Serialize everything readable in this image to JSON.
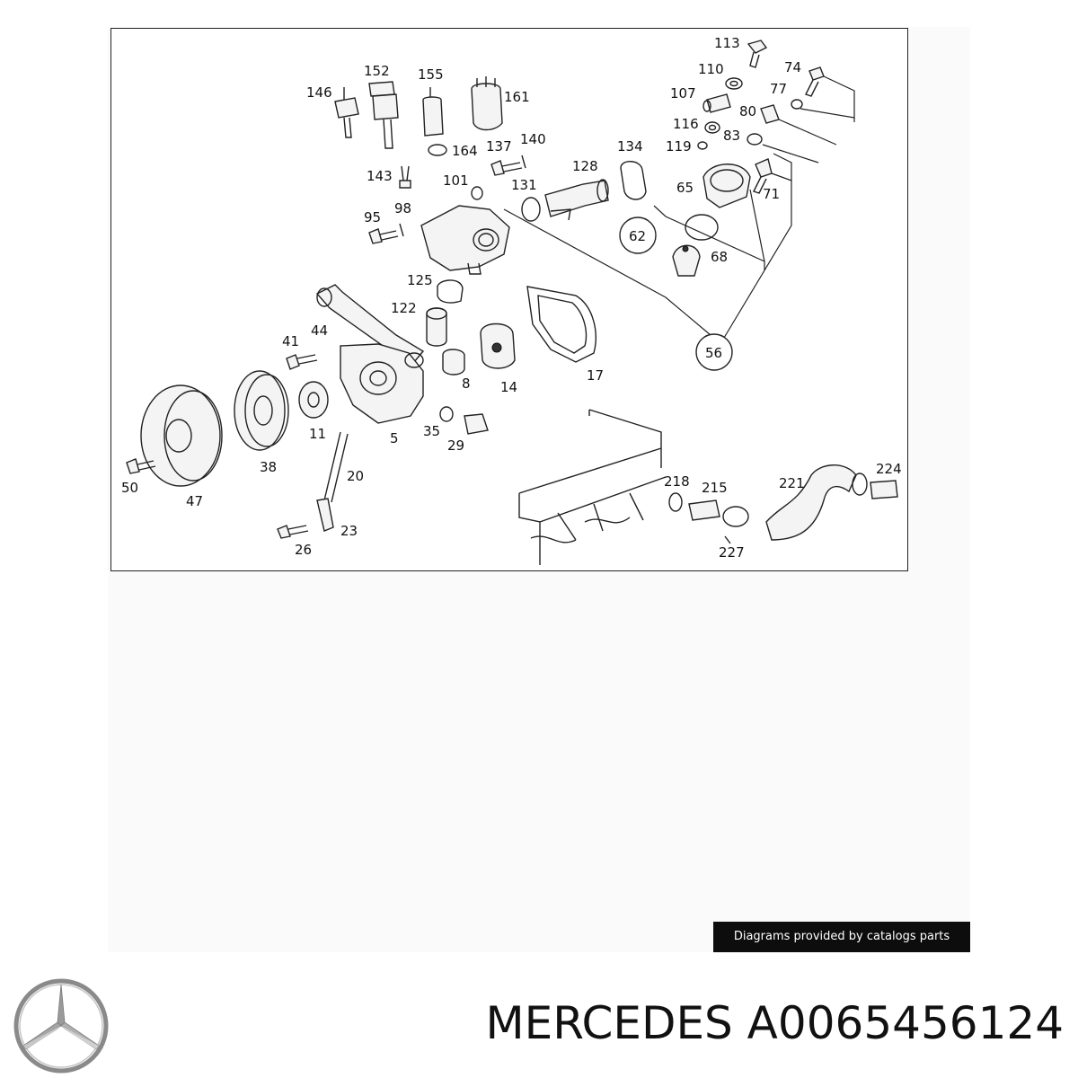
{
  "diagram": {
    "parts": [
      {
        "id": "p113",
        "label": "113"
      },
      {
        "id": "p74",
        "label": "74"
      },
      {
        "id": "p110",
        "label": "110"
      },
      {
        "id": "p77",
        "label": "77"
      },
      {
        "id": "p107",
        "label": "107"
      },
      {
        "id": "p80",
        "label": "80"
      },
      {
        "id": "p116",
        "label": "116"
      },
      {
        "id": "p83",
        "label": "83"
      },
      {
        "id": "p119",
        "label": "119"
      },
      {
        "id": "p65",
        "label": "65"
      },
      {
        "id": "p71",
        "label": "71"
      },
      {
        "id": "p62",
        "label": "62"
      },
      {
        "id": "p68",
        "label": "68"
      },
      {
        "id": "p56",
        "label": "56"
      },
      {
        "id": "p146",
        "label": "146"
      },
      {
        "id": "p152",
        "label": "152"
      },
      {
        "id": "p155",
        "label": "155"
      },
      {
        "id": "p161",
        "label": "161"
      },
      {
        "id": "p164",
        "label": "164"
      },
      {
        "id": "p137",
        "label": "137"
      },
      {
        "id": "p140",
        "label": "140"
      },
      {
        "id": "p134",
        "label": "134"
      },
      {
        "id": "p143",
        "label": "143"
      },
      {
        "id": "p101",
        "label": "101"
      },
      {
        "id": "p131",
        "label": "131"
      },
      {
        "id": "p128",
        "label": "128"
      },
      {
        "id": "p98",
        "label": "98"
      },
      {
        "id": "p95",
        "label": "95"
      },
      {
        "id": "p125",
        "label": "125"
      },
      {
        "id": "p122",
        "label": "122"
      },
      {
        "id": "p44",
        "label": "44"
      },
      {
        "id": "p41",
        "label": "41"
      },
      {
        "id": "p8",
        "label": "8"
      },
      {
        "id": "p14",
        "label": "14"
      },
      {
        "id": "p17",
        "label": "17"
      },
      {
        "id": "p11",
        "label": "11"
      },
      {
        "id": "p5",
        "label": "5"
      },
      {
        "id": "p35",
        "label": "35"
      },
      {
        "id": "p29",
        "label": "29"
      },
      {
        "id": "p38",
        "label": "38"
      },
      {
        "id": "p50",
        "label": "50"
      },
      {
        "id": "p47",
        "label": "47"
      },
      {
        "id": "p20",
        "label": "20"
      },
      {
        "id": "p23",
        "label": "23"
      },
      {
        "id": "p26",
        "label": "26"
      },
      {
        "id": "p218",
        "label": "218"
      },
      {
        "id": "p215",
        "label": "215"
      },
      {
        "id": "p221",
        "label": "221"
      },
      {
        "id": "p224",
        "label": "224"
      },
      {
        "id": "p227",
        "label": "227"
      }
    ]
  },
  "credit": "Diagrams provided by catalogs parts",
  "brand": {
    "title": "MERCEDES A0065456124",
    "logo_icon": "mercedes-star-icon"
  },
  "colors": {
    "credit_bg": "#0d0d0d",
    "credit_text": "#ffffff",
    "title_text": "#111111"
  }
}
